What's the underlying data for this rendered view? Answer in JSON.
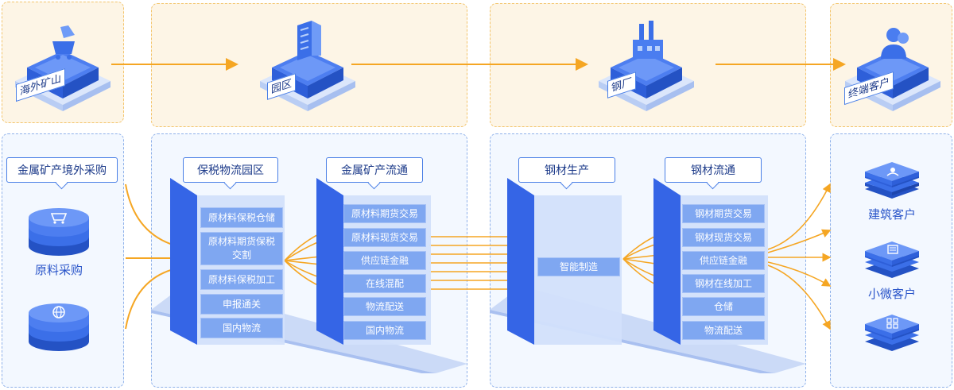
{
  "stages": {
    "overseas_mine": "海外矿山",
    "park": "园区",
    "steel_mill": "钢厂",
    "end_customer": "终端客户"
  },
  "procurement": {
    "title": "金属矿产境外采购",
    "raw_purchase": "原料采购"
  },
  "bonded": {
    "title": "保税物流园区",
    "items": [
      "原材料保税仓储",
      "原材料期货保税交割",
      "原材料保税加工",
      "申报通关",
      "国内物流"
    ]
  },
  "circulation": {
    "title": "金属矿产流通",
    "items": [
      "原材料期货交易",
      "原材料现货交易",
      "供应链金融",
      "在线混配",
      "物流配送",
      "国内物流"
    ]
  },
  "production": {
    "title": "钢材生产",
    "items": [
      "智能制造"
    ]
  },
  "steel_circ": {
    "title": "钢材流通",
    "items": [
      "钢材期货交易",
      "钢材现货交易",
      "供应链金融",
      "钢材在线加工",
      "仓储",
      "物流配送"
    ]
  },
  "customers": {
    "construction": "建筑客户",
    "small_micro": "小微客户"
  },
  "colors": {
    "accent": "#2f5fe0",
    "arrow": "#f5a623",
    "top_zone": "#fdf5e6",
    "bottom_zone": "#f3f8ff"
  },
  "icons": [
    "cart-icon",
    "building-icon",
    "factory-icon",
    "user-icon",
    "globe-icon",
    "person-card-icon",
    "document-icon",
    "grid-icon"
  ]
}
